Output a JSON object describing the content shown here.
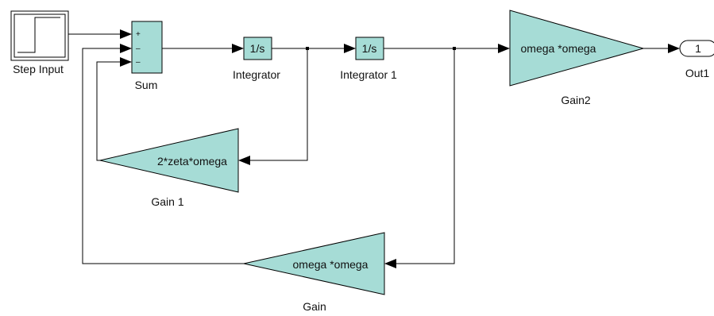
{
  "colors": {
    "block_fill": "#a6dcd6",
    "line": "#000000",
    "text": "#111111"
  },
  "blocks": {
    "step": {
      "label": "Step Input"
    },
    "sum": {
      "label": "Sum",
      "signs": [
        "+",
        "–",
        "–"
      ]
    },
    "integrator": {
      "label": "Integrator",
      "text": "1/s"
    },
    "integrator1": {
      "label": "Integrator 1",
      "text": "1/s"
    },
    "gain2": {
      "label": "Gain2",
      "text": "omega *omega"
    },
    "out1": {
      "label": "Out1",
      "text": "1"
    },
    "gain1": {
      "label": "Gain 1",
      "text": "2*zeta*omega"
    },
    "gain": {
      "label": "Gain",
      "text": "omega *omega"
    }
  }
}
